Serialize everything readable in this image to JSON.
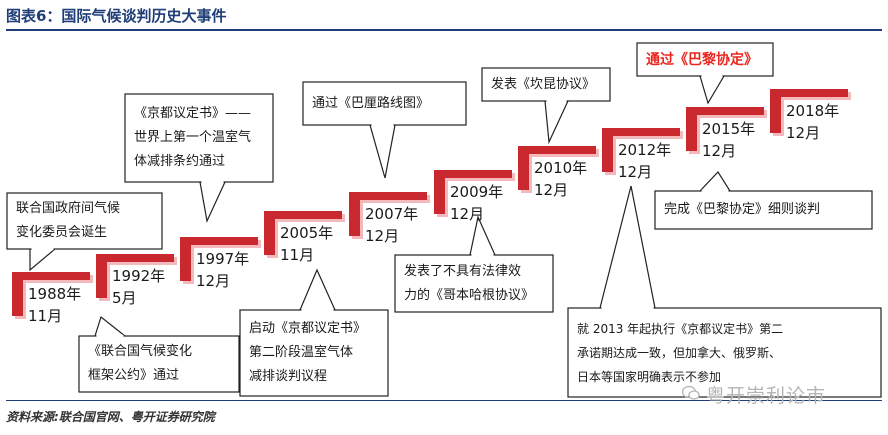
{
  "header": {
    "title": "图表6：国际气候谈判历史大事件"
  },
  "footer": {
    "source": "资料来源:联合国官网、粤开证券研究院"
  },
  "watermark": {
    "text": "粤开崇利论市"
  },
  "colors": {
    "step_red": "#c8282e",
    "step_pink": "#f3b9bd",
    "highlight": "#e8261f",
    "brand": "#1f3e78"
  },
  "timeline": [
    {
      "year": "1988年",
      "month": "11月"
    },
    {
      "year": "1992年",
      "month": "5月"
    },
    {
      "year": "1997年",
      "month": "12月"
    },
    {
      "year": "2005年",
      "month": "11月"
    },
    {
      "year": "2007年",
      "month": "12月"
    },
    {
      "year": "2009年",
      "month": "12月"
    },
    {
      "year": "2010年",
      "month": "12月"
    },
    {
      "year": "2012年",
      "month": "12月"
    },
    {
      "year": "2015年",
      "month": "12月"
    },
    {
      "year": "2018年",
      "month": "12月"
    }
  ],
  "events": [
    {
      "lines": [
        "联合国政府间气候",
        "变化委员会诞生"
      ]
    },
    {
      "lines": [
        "《联合国气候变化",
        "框架公约》通过"
      ]
    },
    {
      "lines": [
        "《京都议定书》——",
        "世界上第一个温室气",
        "体减排条约通过"
      ]
    },
    {
      "lines": [
        "启动《京都议定书》",
        "第二阶段温室气体",
        "减排谈判议程"
      ]
    },
    {
      "lines": [
        "通过《巴厘路线图》"
      ]
    },
    {
      "lines": [
        "发表了不具有法律效",
        "力的《哥本哈根协议》"
      ]
    },
    {
      "lines": [
        "发表《坎昆协议》"
      ]
    },
    {
      "lines": [
        "就 2013 年起执行《京都议定书》第二",
        "承诺期达成一致，但加拿大、俄罗斯、",
        "日本等国家明确表示不参加"
      ]
    },
    {
      "lines": [
        "通过《巴黎协定》"
      ]
    },
    {
      "lines": [
        "完成《巴黎协定》细则谈判"
      ]
    }
  ]
}
